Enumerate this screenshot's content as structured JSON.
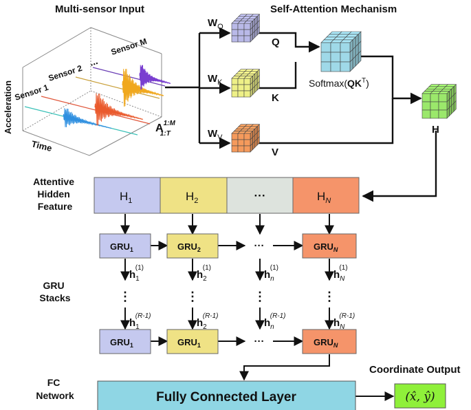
{
  "titles": {
    "input": "Multi-sensor Input",
    "attention": "Self-Attention Mechanism",
    "coord_output": "Coordinate Output"
  },
  "input_plot": {
    "y_axis_label": "Acceleration",
    "x_axis_label": "Time",
    "sensors": [
      {
        "label": "Sensor 1",
        "color": "#39c0b7"
      },
      {
        "label": "Sensor 2",
        "color": "#e0563a"
      },
      {
        "label": "...",
        "color": "#c9a03a"
      },
      {
        "label": "Sensor M",
        "color": "#6b3fb5"
      }
    ],
    "signal_colors": [
      "#2e8fe0",
      "#ea5a2d",
      "#f0a81e",
      "#7a3fd0"
    ],
    "matrix_label": {
      "base": "A",
      "sup": "1:M",
      "sub": "1:T"
    }
  },
  "attention": {
    "weights": [
      {
        "base": "W",
        "sub": "Q",
        "out": "Q",
        "color": "#b9b9e8"
      },
      {
        "base": "W",
        "sub": "K",
        "out": "K",
        "color": "#eef087"
      },
      {
        "base": "W",
        "sub": "V",
        "out": "V",
        "color": "#f59a5c"
      }
    ],
    "softmax": {
      "prefix": "Softmax(",
      "bold": "QK",
      "sup": "T",
      "suffix": ")",
      "color": "#9fd9e8"
    },
    "output": {
      "label": "H",
      "color": "#9be86b"
    }
  },
  "hidden_feature": {
    "row_label": [
      "Attentive",
      "Hidden",
      "Feature"
    ],
    "cells": [
      {
        "base": "H",
        "sub": "1",
        "color": "#c5c9ef"
      },
      {
        "base": "H",
        "sub": "2",
        "color": "#efe285"
      },
      {
        "base": "···",
        "sub": "",
        "color": "#dde3dd"
      },
      {
        "base": "H",
        "sub": "N",
        "color": "#f5946a"
      }
    ]
  },
  "gru": {
    "row_label": [
      "GRU",
      "Stacks"
    ],
    "top_row": [
      {
        "base": "GRU",
        "sub": "1",
        "color": "#c5c9ef"
      },
      {
        "base": "GRU",
        "sub": "2",
        "color": "#efe285"
      },
      {
        "base": "GRU",
        "sub": "N",
        "color": "#f5946a"
      }
    ],
    "bottom_row": [
      {
        "base": "GRU",
        "sub": "1",
        "color": "#c5c9ef"
      },
      {
        "base": "GRU",
        "sub": "1",
        "color": "#efe285"
      },
      {
        "base": "GRU",
        "sub": "N",
        "color": "#f5946a"
      }
    ],
    "ellipsis": "···",
    "vertical_dots": "⋮",
    "h_top": [
      {
        "sub": "1",
        "sup": "(1)"
      },
      {
        "sub": "2",
        "sup": "(1)"
      },
      {
        "sub": "n",
        "sup": "(1)"
      },
      {
        "sub": "N",
        "sup": "(1)"
      }
    ],
    "h_bottom": [
      {
        "sub": "1",
        "sup": "(R-1)"
      },
      {
        "sub": "2",
        "sup": "(R-1)"
      },
      {
        "sub": "n",
        "sup": "(R-1)"
      },
      {
        "sub": "N",
        "sup": "(R-1)"
      }
    ],
    "h_base": "h"
  },
  "fc": {
    "row_label": [
      "FC",
      "Network"
    ],
    "layer": "Fully Connected Layer",
    "color": "#8fd6e4",
    "output": "(x̂, ŷ)",
    "output_color": "#8ff03a"
  }
}
